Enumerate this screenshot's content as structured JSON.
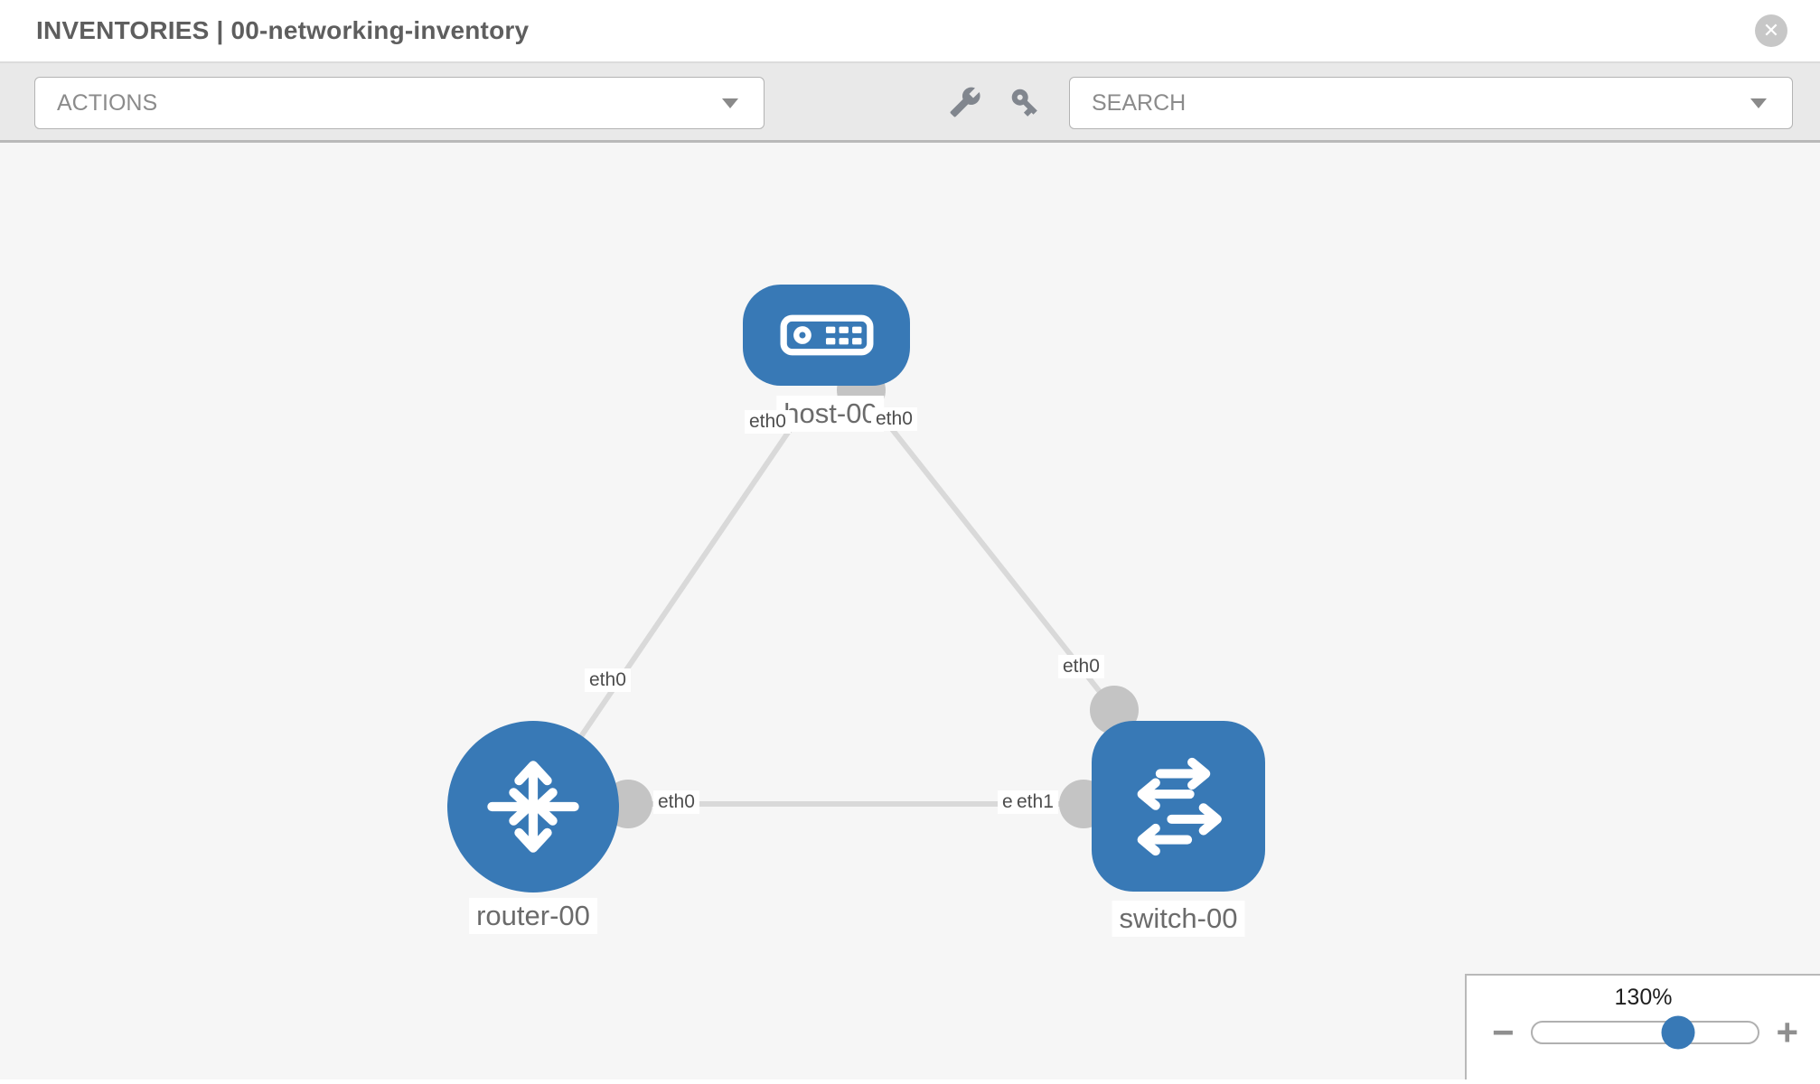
{
  "header": {
    "title": "INVENTORIES | 00-networking-inventory"
  },
  "toolbar": {
    "actions_label": "ACTIONS",
    "search_label": "SEARCH"
  },
  "icons": {
    "close_glyph": "✕",
    "minus_glyph": "−",
    "plus_glyph": "+"
  },
  "diagram": {
    "nodes": [
      {
        "id": "host-00",
        "label": "host-00",
        "type": "host"
      },
      {
        "id": "router-00",
        "label": "router-00",
        "type": "router"
      },
      {
        "id": "switch-00",
        "label": "switch-00",
        "type": "switch"
      }
    ],
    "links": [
      {
        "from": "router-00",
        "from_if": "eth0",
        "to": "host-00",
        "to_if": "eth0"
      },
      {
        "from": "host-00",
        "from_if": "eth0",
        "to": "switch-00",
        "to_if": "eth0"
      },
      {
        "from": "router-00",
        "from_if": "eth0",
        "to": "switch-00",
        "to_if": "eth1",
        "to_if_overlapped": "eth0"
      }
    ]
  },
  "zoom_control": {
    "value": "130%"
  },
  "colors": {
    "node_blue": "#3879b6",
    "link_gray": "#d9d9d9",
    "connector_gray": "#c4c4c4",
    "canvas_bg": "#f6f6f6"
  }
}
